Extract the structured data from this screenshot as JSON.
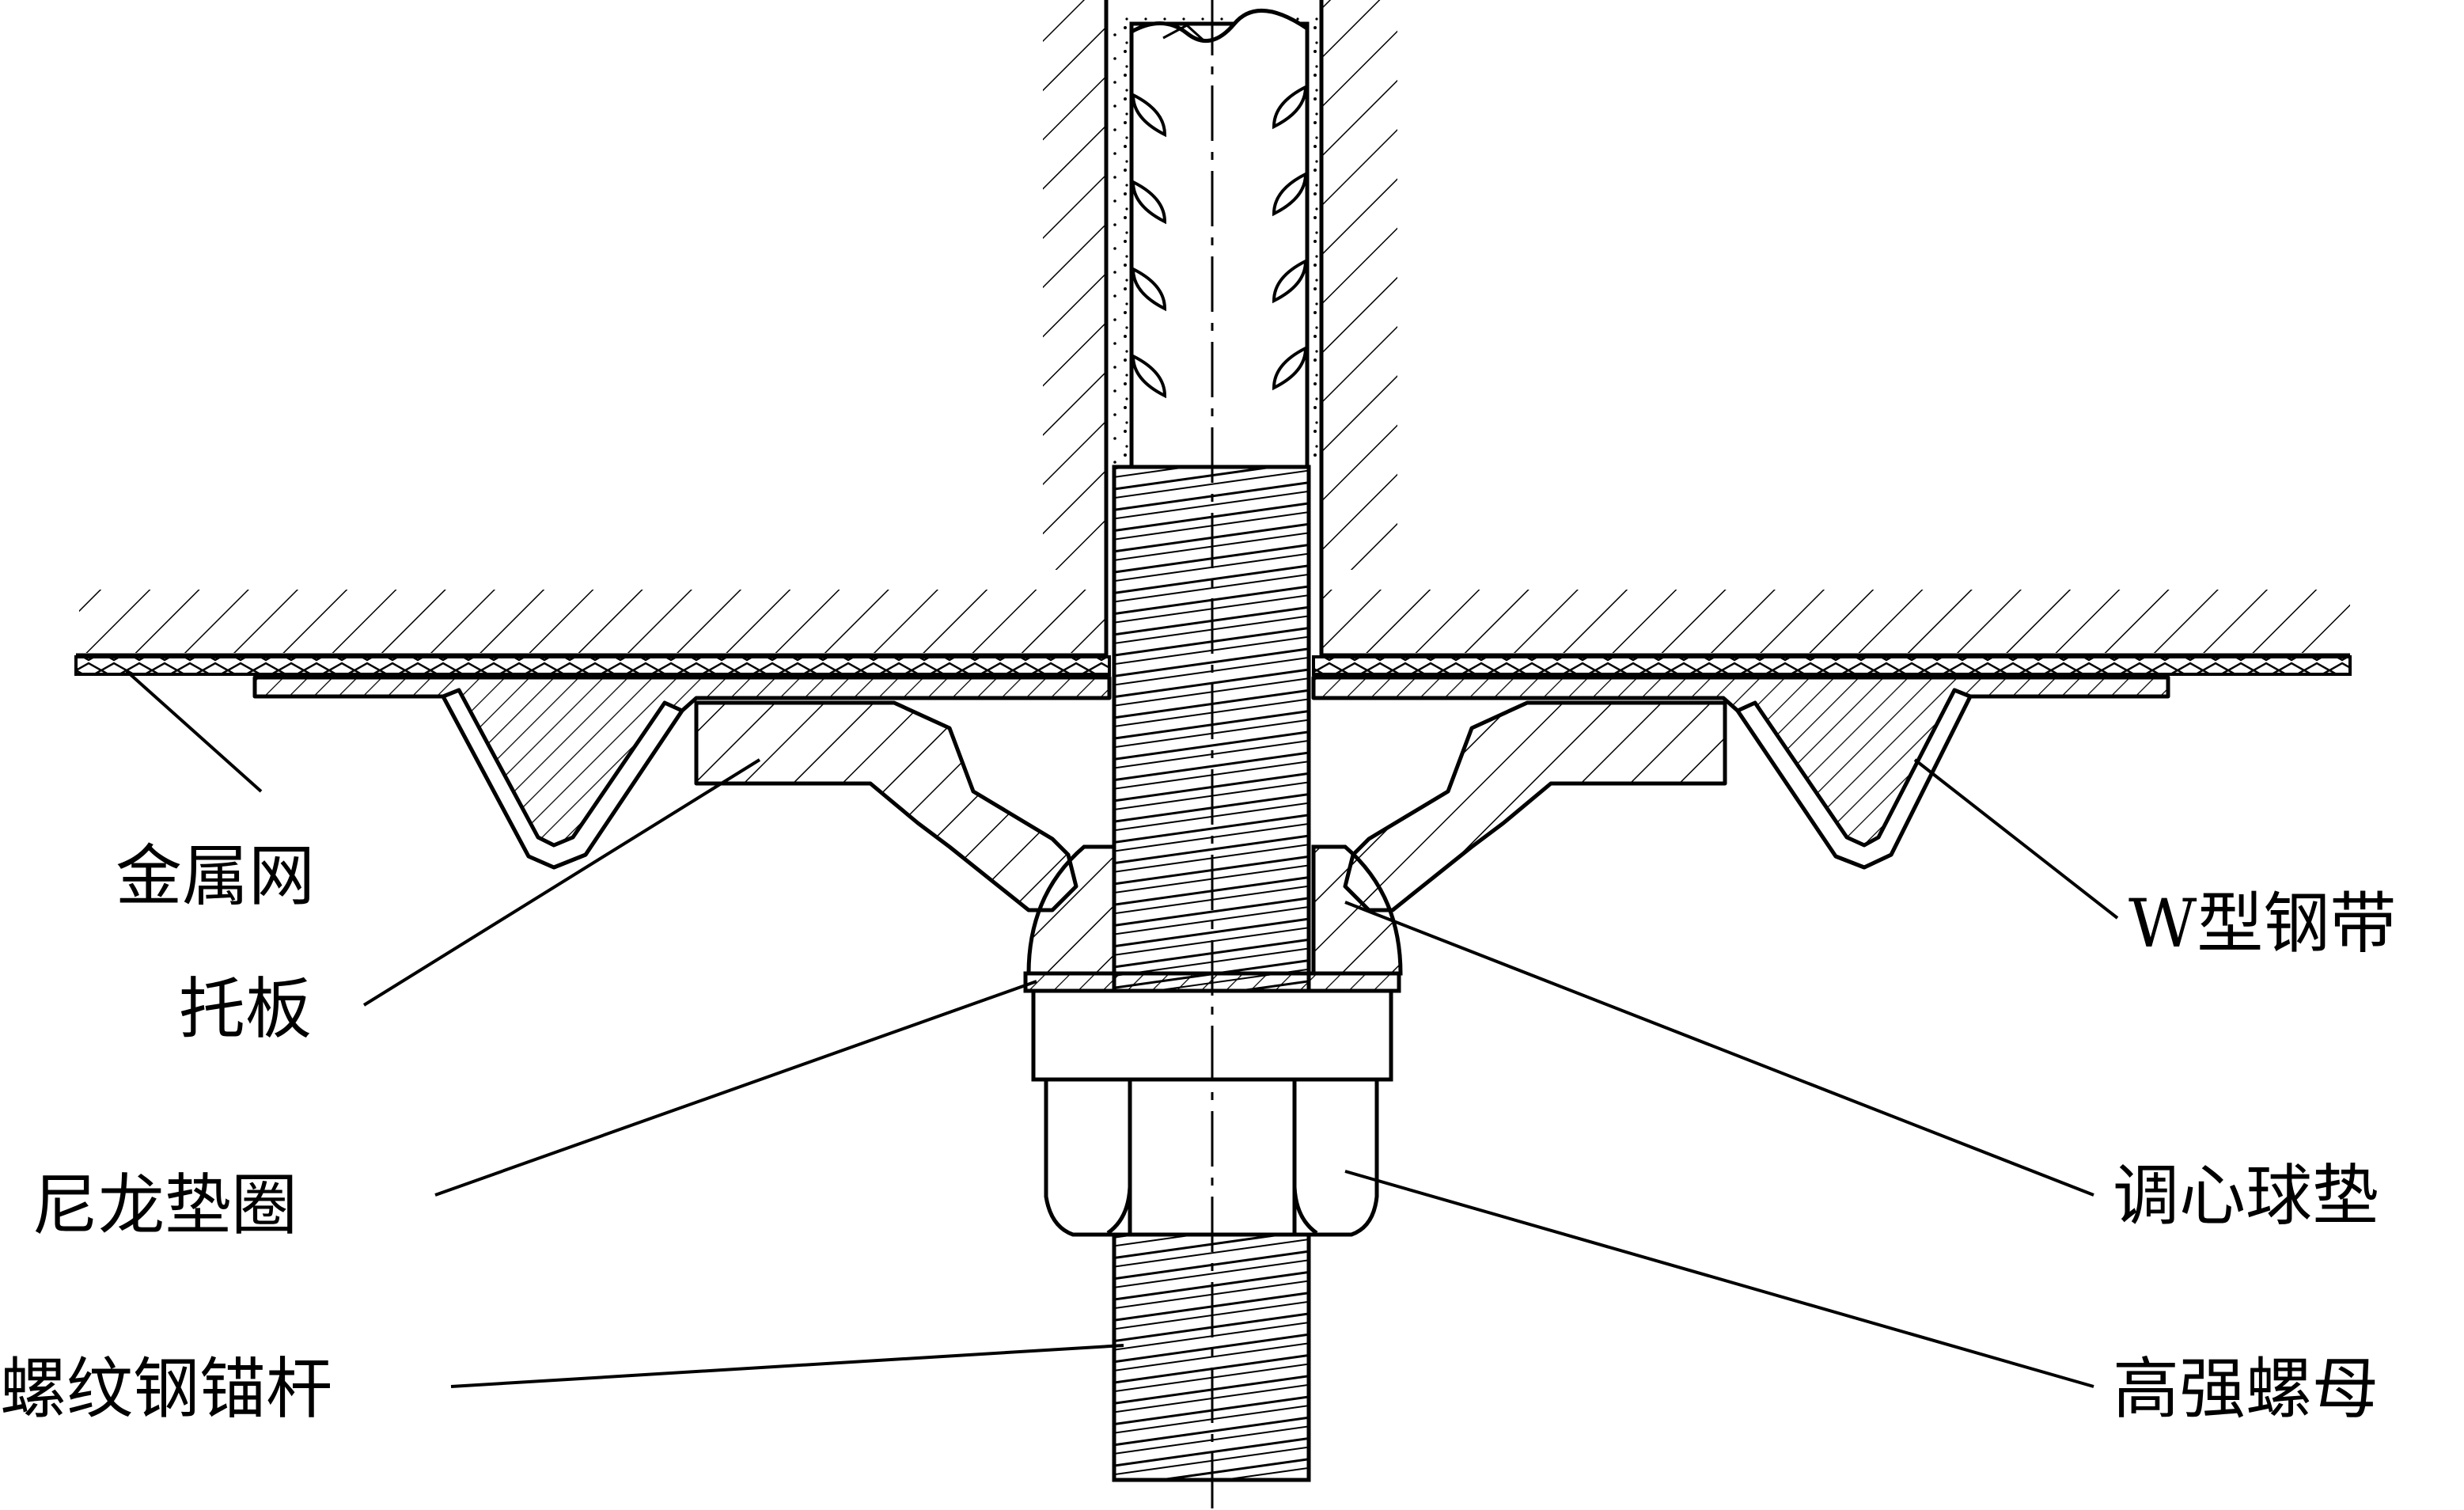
{
  "labels": {
    "metal_mesh": "金属网",
    "pallet_plate": "托板",
    "nylon_washer": "尼龙垫圈",
    "threaded_steel_anchor": "螺纹钢锚杆",
    "w_steel_strip": "W型钢带",
    "self_aligning_ball_washer": "调心球垫",
    "high_strength_nut": "高强螺母"
  },
  "colors": {
    "line": "#000000",
    "background": "#ffffff"
  }
}
